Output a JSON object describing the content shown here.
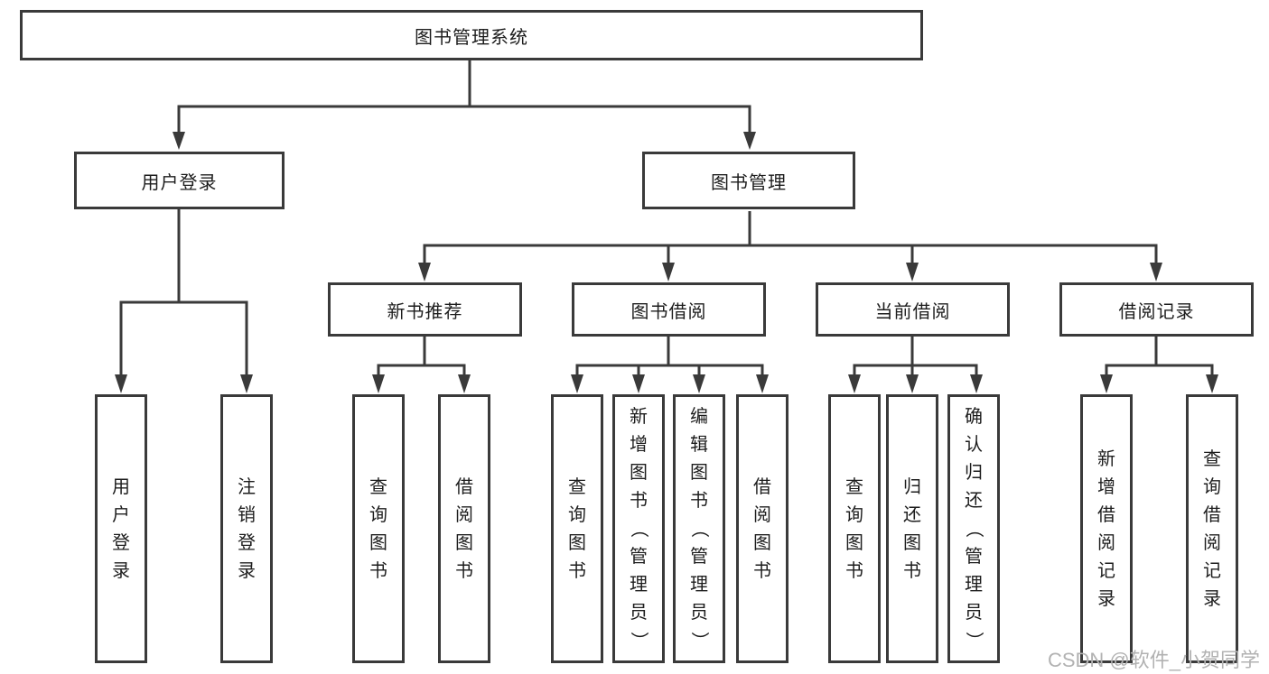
{
  "diagram_title": "图书管理系统",
  "nodes": {
    "root": {
      "label": "图书管理系统"
    },
    "user_login": {
      "label": "用户登录"
    },
    "book_management": {
      "label": "图书管理"
    },
    "new_book_recommend": {
      "label": "新书推荐"
    },
    "book_borrowing": {
      "label": "图书借阅"
    },
    "current_borrowing": {
      "label": "当前借阅"
    },
    "borrowing_records": {
      "label": "借阅记录"
    },
    "leaf_user_login": {
      "label": "用户登录"
    },
    "leaf_logout": {
      "label": "注销登录"
    },
    "leaf_query_books_1": {
      "label": "查询图书"
    },
    "leaf_borrow_books_1": {
      "label": "借阅图书"
    },
    "leaf_query_books_2": {
      "label": "查询图书"
    },
    "leaf_add_books": {
      "label": "新增图书（管理员）"
    },
    "leaf_edit_books": {
      "label": "编辑图书（管理员）"
    },
    "leaf_borrow_books_2": {
      "label": "借阅图书"
    },
    "leaf_query_books_3": {
      "label": "查询图书"
    },
    "leaf_return_books": {
      "label": "归还图书"
    },
    "leaf_confirm_return": {
      "label": "确认归还（管理员）"
    },
    "leaf_add_borrow_record": {
      "label": "新增借阅记录"
    },
    "leaf_query_borrow_record": {
      "label": "查询借阅记录"
    }
  },
  "hierarchy": {
    "图书管理系统": {
      "用户登录": [
        "用户登录",
        "注销登录"
      ],
      "图书管理": {
        "新书推荐": [
          "查询图书",
          "借阅图书"
        ],
        "图书借阅": [
          "查询图书",
          "新增图书（管理员）",
          "编辑图书（管理员）",
          "借阅图书"
        ],
        "当前借阅": [
          "查询图书",
          "归还图书",
          "确认归还（管理员）"
        ],
        "借阅记录": [
          "新增借阅记录",
          "查询借阅记录"
        ]
      }
    }
  },
  "watermark": {
    "text": "CSDN @软件_小贺同学"
  },
  "colors": {
    "line": "#3a3a3a",
    "node_border": "#3a3a3a",
    "text": "#1d1d1d",
    "watermark": "#b2b2b2",
    "background": "#ffffff"
  }
}
